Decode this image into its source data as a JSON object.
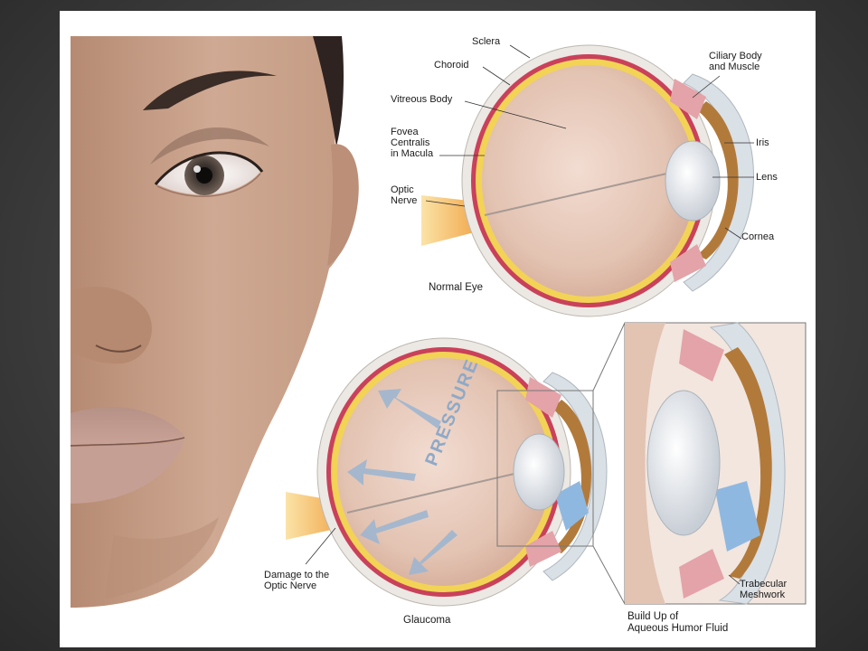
{
  "colors": {
    "background": "#3c3c3c",
    "panel": "#ffffff",
    "sclera": "#e7e3de",
    "choroid": "#c9415a",
    "retina": "#f2d356",
    "vitreous": "#e7c7b7",
    "optic_nerve": "#f0a040",
    "iris": "#b27a3a",
    "aqueous_fluid": "#8fb8e0",
    "pressure_arrows": "#9fb6d0",
    "skin": "#c9a48a"
  },
  "labels": {
    "sclera": "Sclera",
    "choroid": "Choroid",
    "vitreous_body": "Vitreous Body",
    "fovea": "Fovea\nCentralis\nin Macula",
    "optic_nerve": "Optic\nNerve",
    "ciliary": "Ciliary Body\nand Muscle",
    "iris": "Iris",
    "lens": "Lens",
    "cornea": "Cornea",
    "damage": "Damage to the\nOptic Nerve",
    "trabecular": "Trabecular\nMeshwork",
    "pressure": "PRESSURE"
  },
  "captions": {
    "normal_eye": "Normal Eye",
    "glaucoma": "Glaucoma",
    "build_up": "Build Up of\nAqueous Humor Fluid"
  },
  "icons": {
    "face": "face-illustration",
    "normal_eye": "eye-cross-section",
    "glaucoma_eye": "glaucoma-eye-cross-section",
    "detail": "anterior-chamber-detail"
  }
}
